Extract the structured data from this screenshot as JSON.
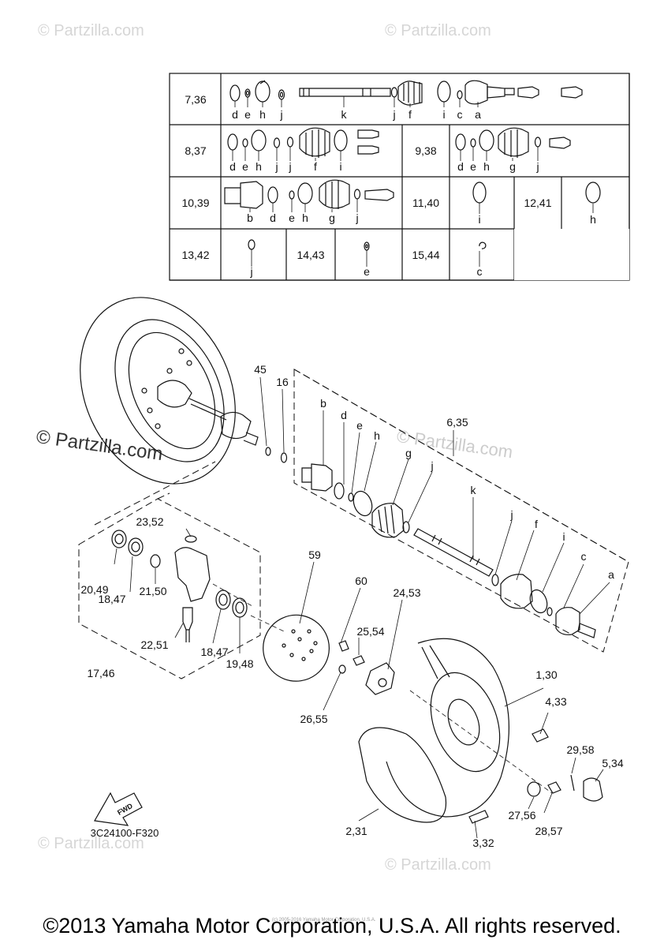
{
  "watermarks": {
    "w1": "© Partzilla.com",
    "w2": "© Partzilla.com",
    "w3": "© Partzilla.com",
    "w4": "© Partzilla.com",
    "w5": "© Partzilla.com",
    "w6": "© Partzilla.com"
  },
  "table": {
    "r1": {
      "ref": "7,36",
      "parts": [
        "d",
        "e",
        "h",
        "j",
        "k",
        "j",
        "f",
        "i",
        "c",
        "a"
      ]
    },
    "r2": {
      "ref_left": "8,37",
      "parts_left": [
        "d",
        "e",
        "h",
        "j",
        "j",
        "f",
        "i"
      ],
      "ref_right": "9,38",
      "parts_right": [
        "d",
        "e",
        "h",
        "g",
        "j"
      ]
    },
    "r3": {
      "ref_left": "10,39",
      "parts_left": [
        "b",
        "d",
        "e",
        "h",
        "g",
        "j"
      ],
      "ref_mid": "11,40",
      "part_mid": "i",
      "ref_right": "12,41",
      "part_right": "h"
    },
    "r4": {
      "ref_a": "13,42",
      "part_a": "j",
      "ref_b": "14,43",
      "part_b": "e",
      "ref_c": "15,44",
      "part_c": "c"
    }
  },
  "callouts": {
    "c45": "45",
    "c16": "16",
    "b": "b",
    "d": "d",
    "e": "e",
    "h": "h",
    "g": "g",
    "c635": "6,35",
    "j1": "j",
    "k": "k",
    "j2": "j",
    "f": "f",
    "i": "i",
    "c": "c",
    "a": "a",
    "c2352": "23,52",
    "c2049": "20,49",
    "c1847a": "18,47",
    "c2150": "21,50",
    "c2251": "22,51",
    "c1847b": "18,47",
    "c1948": "19,48",
    "c1746": "17,46",
    "c59": "59",
    "c60": "60",
    "c2453": "24,53",
    "c2554": "25,54",
    "c2655": "26,55",
    "c130": "1,30",
    "c433": "4,33",
    "c2958": "29,58",
    "c534": "5,34",
    "c2756": "27,56",
    "c2857": "28,57",
    "c231": "2,31",
    "c332": "3,32"
  },
  "fwd": "FWD",
  "diagram_id": "3C24100-F320",
  "tiny_copyright": "(c) 2005-2016 Yamaha Motor Corporation, U.S.A.",
  "footer": "©2013 Yamaha Motor Corporation, U.S.A. All rights reserved."
}
